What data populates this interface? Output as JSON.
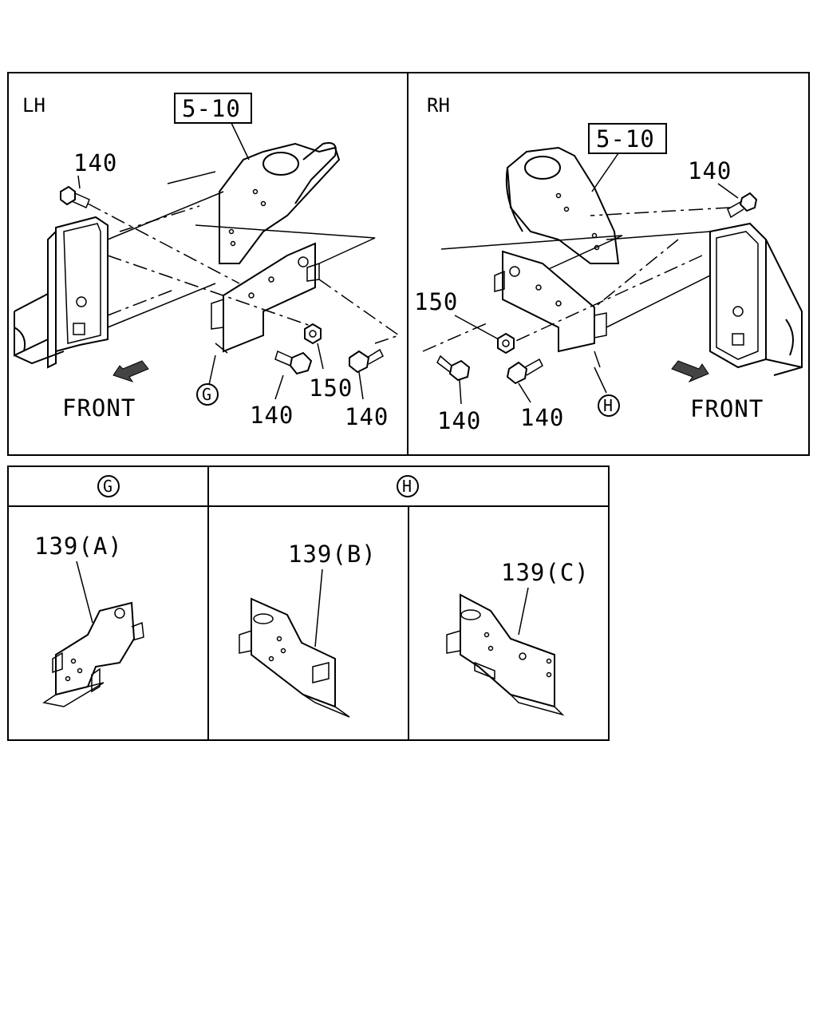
{
  "lh_panel": {
    "side_label": "LH",
    "ref_box": "5-10",
    "front_label": "FRONT",
    "callouts": {
      "bolt_top": "140",
      "bolt_mid": "140",
      "nut": "150",
      "bolt_right": "140"
    },
    "marker": "G"
  },
  "rh_panel": {
    "side_label": "RH",
    "ref_box": "5-10",
    "front_label": "FRONT",
    "callouts": {
      "bolt_top": "140",
      "nut": "150",
      "bolt_left": "140",
      "bolt_mid": "140"
    },
    "marker": "H"
  },
  "detail_table": {
    "headers": [
      "G",
      "H"
    ],
    "parts": [
      "139(A)",
      "139(B)",
      "139(C)"
    ]
  }
}
